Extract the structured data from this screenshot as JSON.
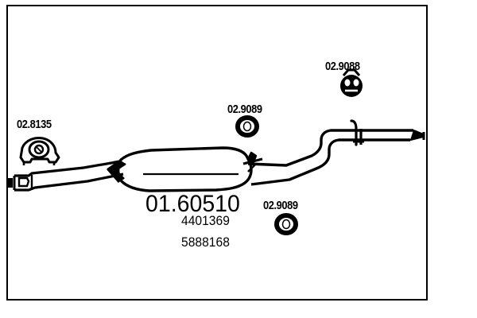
{
  "diagram": {
    "title_part_number": "01.60510",
    "alt_numbers": [
      "4401369",
      "5888168"
    ],
    "callouts": [
      {
        "id": "mount-bracket",
        "label": "02.8135",
        "icon": "rubber-mount-bracket-icon"
      },
      {
        "id": "gasket-upper",
        "label": "02.9089",
        "icon": "exhaust-gasket-ring-icon"
      },
      {
        "id": "hanger",
        "label": "02.9088",
        "icon": "exhaust-rubber-hanger-icon"
      },
      {
        "id": "gasket-lower",
        "label": "02.9089",
        "icon": "exhaust-gasket-ring-icon"
      }
    ],
    "main_label_text": "01.60510",
    "sub_label_1": "4401369",
    "sub_label_2": "5888168",
    "callout_1_label": "02.8135",
    "callout_2_label": "02.9089",
    "callout_3_label": "02.9088",
    "callout_4_label": "02.9089",
    "colors": {
      "line": "#000000",
      "background": "#ffffff"
    }
  }
}
